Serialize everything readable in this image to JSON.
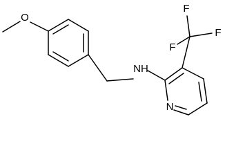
{
  "molecule": {
    "methoxy_oxygen": "O",
    "amine_nh": "NH",
    "cf3_fluorine_top": "F",
    "cf3_fluorine_right": "F",
    "cf3_fluorine_bottom": "F",
    "pyridine_nitrogen": "N"
  },
  "colors": {
    "bond": "#000000",
    "label": "#000000",
    "background": "#ffffff"
  }
}
